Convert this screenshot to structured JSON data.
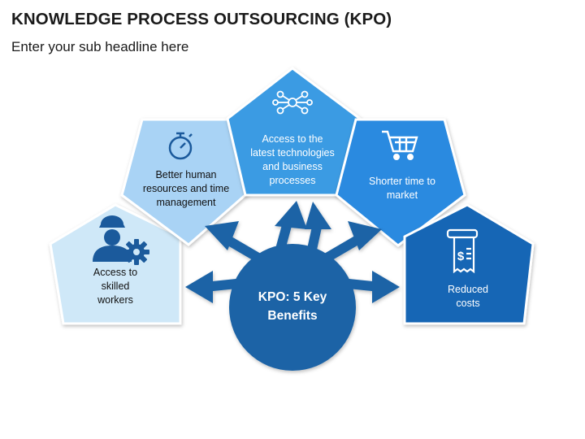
{
  "slide": {
    "title": "KNOWLEDGE PROCESS OUTSOURCING (KPO)",
    "subtitle": "Enter your sub headline here"
  },
  "center": {
    "line1": "KPO: 5 Key",
    "line2": "Benefits"
  },
  "benefits": [
    {
      "lines": [
        "Access to",
        "skilled",
        "workers"
      ],
      "icon": "worker-gear-icon",
      "color": "#cfe8f8"
    },
    {
      "lines": [
        "Better human",
        "resources and time",
        "management"
      ],
      "icon": "stopwatch-icon",
      "color": "#a9d3f5"
    },
    {
      "lines": [
        "Access to the",
        "latest technologies",
        "and business",
        "processes"
      ],
      "icon": "network-icon",
      "color": "#3a9be3"
    },
    {
      "lines": [
        "Shorter time to",
        "market"
      ],
      "icon": "shopping-cart-icon",
      "color": "#2a8ae0"
    },
    {
      "lines": [
        "Reduced",
        "costs"
      ],
      "icon": "receipt-dollar-icon",
      "color": "#1566b5"
    }
  ],
  "colors": {
    "center": "#1b63a6",
    "arrow": "#1b63a6"
  }
}
